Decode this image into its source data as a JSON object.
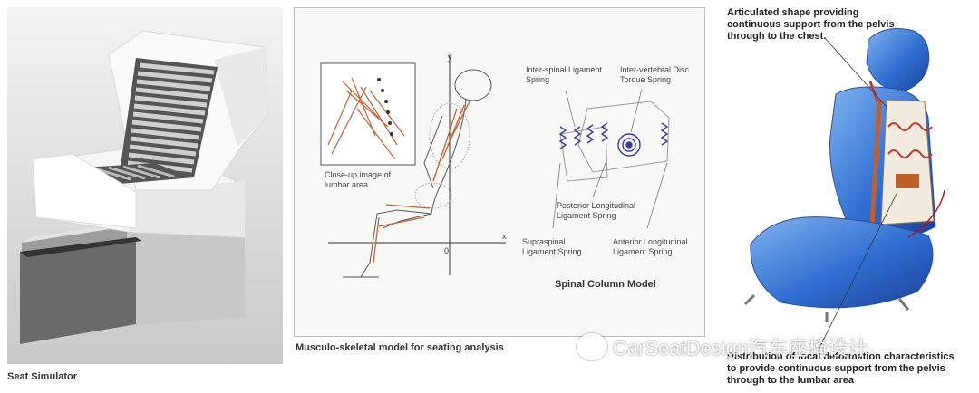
{
  "seat_simulator": {
    "caption": "Seat Simulator"
  },
  "musculo": {
    "caption": "Musculo-skeletal model for seating analysis",
    "closeup_label": "Close-up image of\nlumbar area",
    "axis_y": "y",
    "axis_x": "x",
    "axis_origin": "0",
    "spine_labels": {
      "inter_spinal": "Inter-spinal Ligament\nSpring",
      "inter_vertebral": "Inter-vertebral Disc\nTorque Spring",
      "posterior": "Posterior Longitudinal\nLigament Spring",
      "supraspinal": "Supraspinal\nLigament Spring",
      "anterior": "Anterior Longitudinal\nLigament Spring"
    },
    "spinal_title": "Spinal Column Model"
  },
  "seat_cutaway": {
    "top_note": "Articulated shape providing\ncontinuous support from the pelvis\nthrough to the chest.",
    "bottom_note": "Distribution of local deformation characteristics\nto provide continuous support from the pelvis\nthrough to the lumbar area"
  },
  "watermark": {
    "text": "CarSeatDesign汽车座椅设计"
  }
}
